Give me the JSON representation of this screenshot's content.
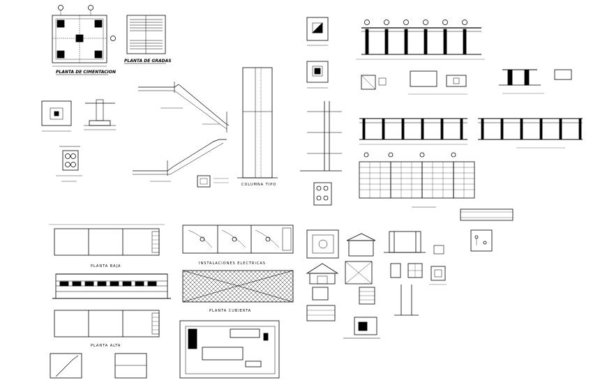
{
  "labels": {
    "planta_cimentacion": "PLANTA DE CIMENTACION",
    "planta_gradas": "PLANTA DE GRADAS",
    "columna_tipo": "COLUMNA TIPO",
    "planta_baja": "PLANTA BAJA",
    "planta_alta": "PLANTA ALTA",
    "instalaciones_electricas": "INSTALACIONES ELECTRICAS",
    "planta_cubierta": "PLANTA CUBIERTA"
  },
  "colors": {
    "ink": "#000000",
    "paper": "#ffffff"
  }
}
